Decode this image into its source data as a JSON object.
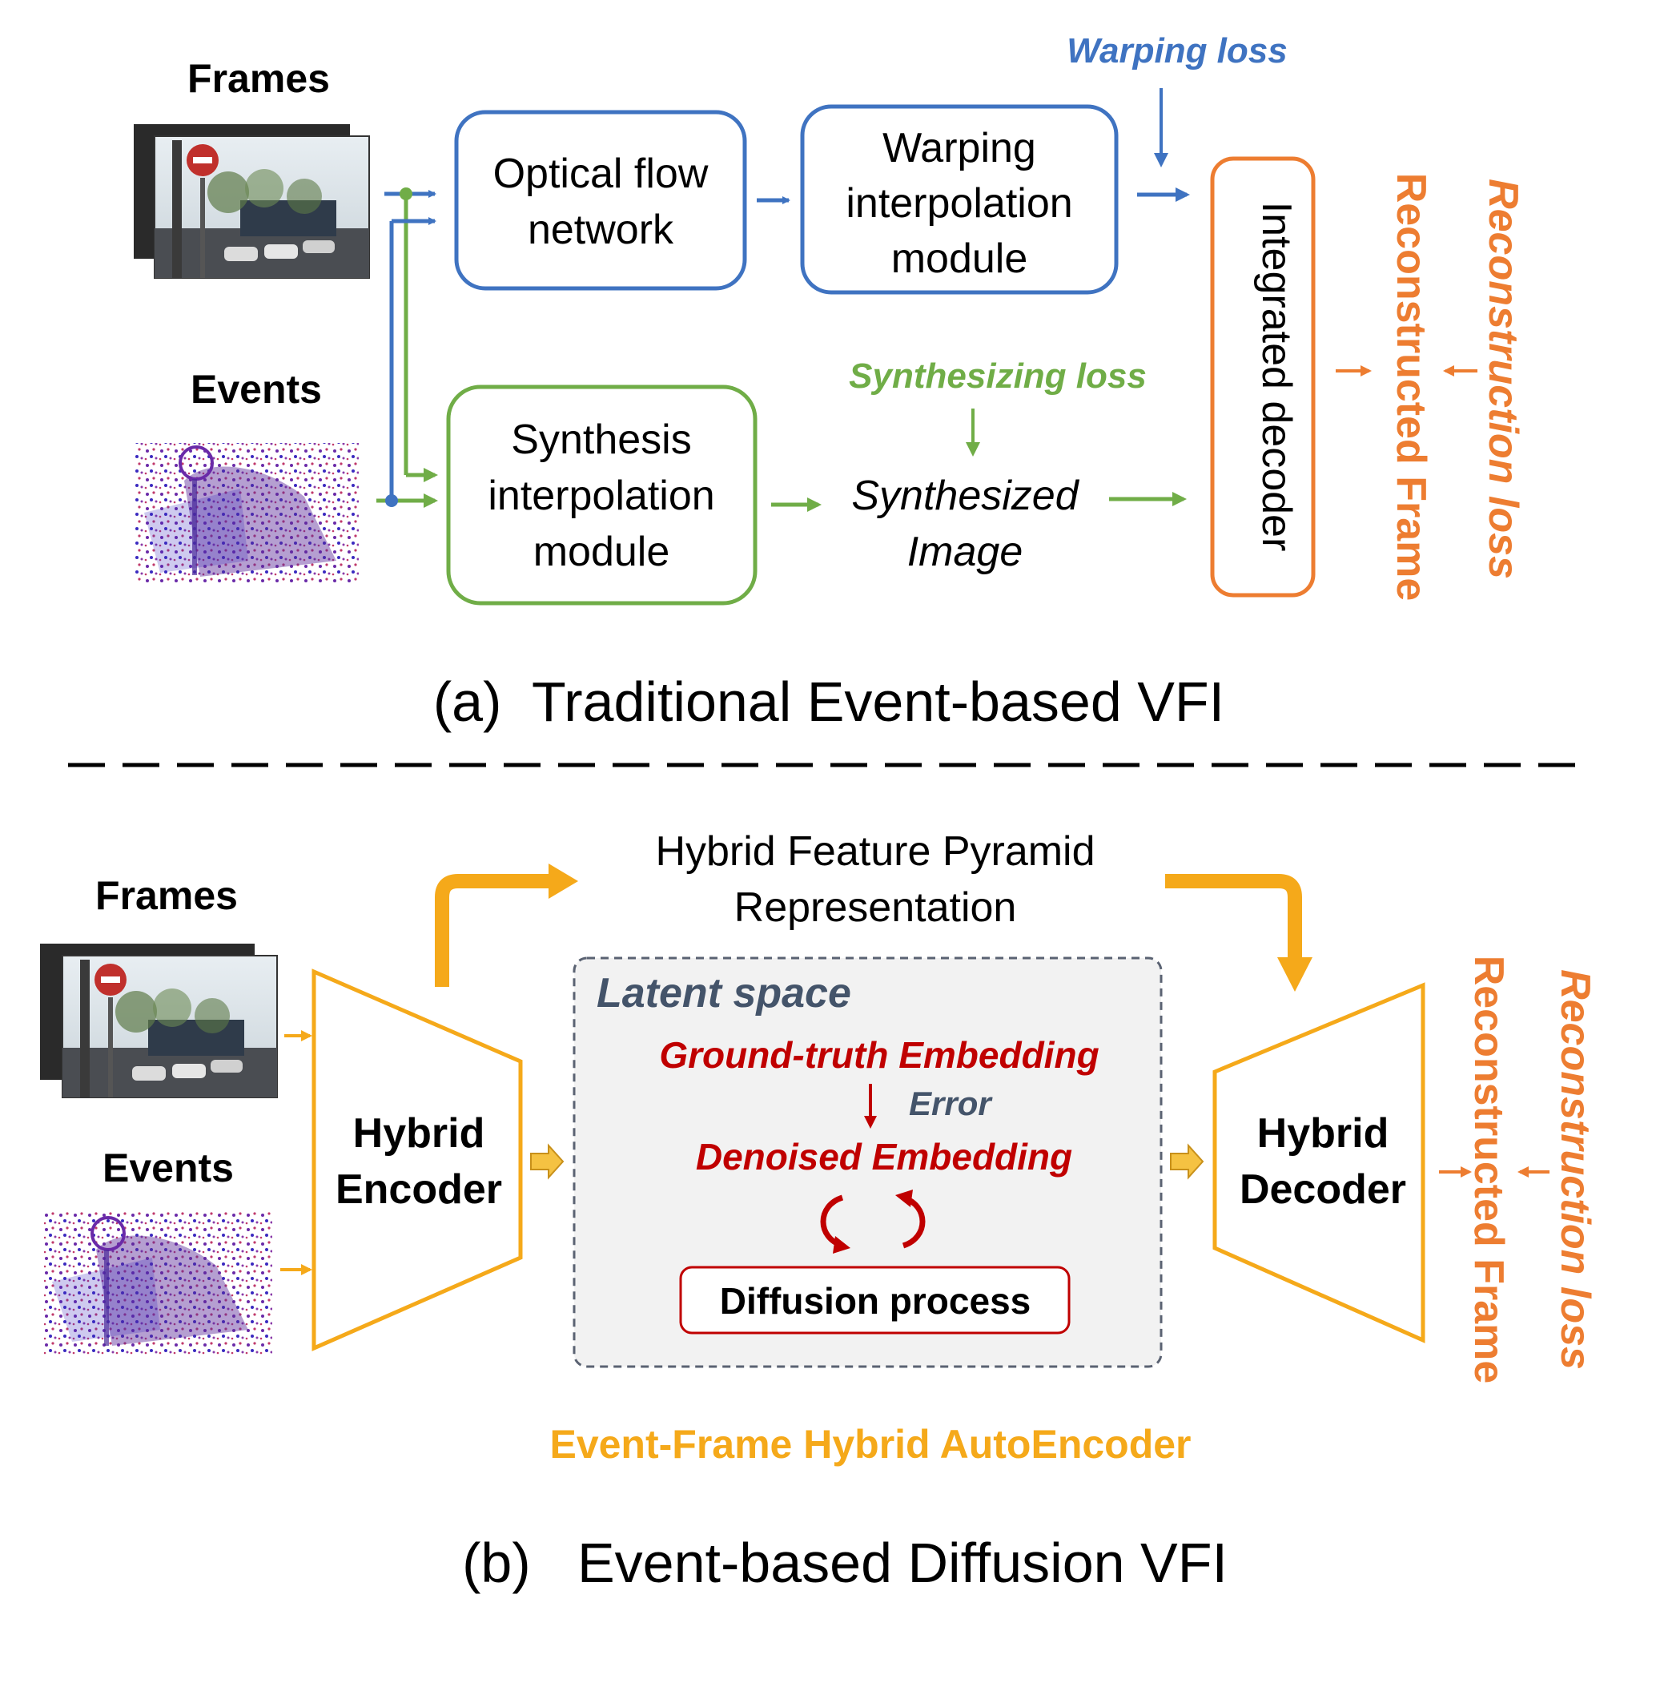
{
  "colors": {
    "blue": "#3f73c1",
    "green": "#70ad47",
    "orange": "#ed7d31",
    "gold": "#f5a91a",
    "red": "#c00000",
    "slate": "#44546a",
    "text": "#000000",
    "latent_bg": "#f2f2f2"
  },
  "part_a": {
    "frames_label": "Frames",
    "events_label": "Events",
    "optical_flow": [
      "Optical flow",
      "network"
    ],
    "warping_module": [
      "Warping",
      "interpolation",
      "module"
    ],
    "warping_loss": "Warping loss",
    "synthesis_module": [
      "Synthesis",
      "interpolation",
      "module"
    ],
    "synthesizing_loss": "Synthesizing loss",
    "synthesized_image": [
      "Synthesized",
      "Image"
    ],
    "integrated_decoder": "Integrated decoder",
    "reconstructed_frame": "Reconstructed Frame",
    "reconstruction_loss": "Reconstruction loss",
    "caption": "(a)  Traditional Event-based VFI"
  },
  "part_b": {
    "frames_label": "Frames",
    "events_label": "Events",
    "hybrid_encoder": [
      "Hybrid",
      "Encoder"
    ],
    "hybrid_decoder": [
      "Hybrid",
      "Decoder"
    ],
    "pyramid": [
      "Hybrid Feature Pyramid",
      "Representation"
    ],
    "latent_space": "Latent space",
    "gt_embedding": "Ground-truth Embedding",
    "error": "Error",
    "denoised_embedding": "Denoised Embedding",
    "diffusion_process": "Diffusion process",
    "autoencoder": "Event-Frame Hybrid AutoEncoder",
    "reconstructed_frame": "Reconstructed Frame",
    "reconstruction_loss": "Reconstruction loss",
    "caption": "(b)   Event-based Diffusion VFI"
  }
}
